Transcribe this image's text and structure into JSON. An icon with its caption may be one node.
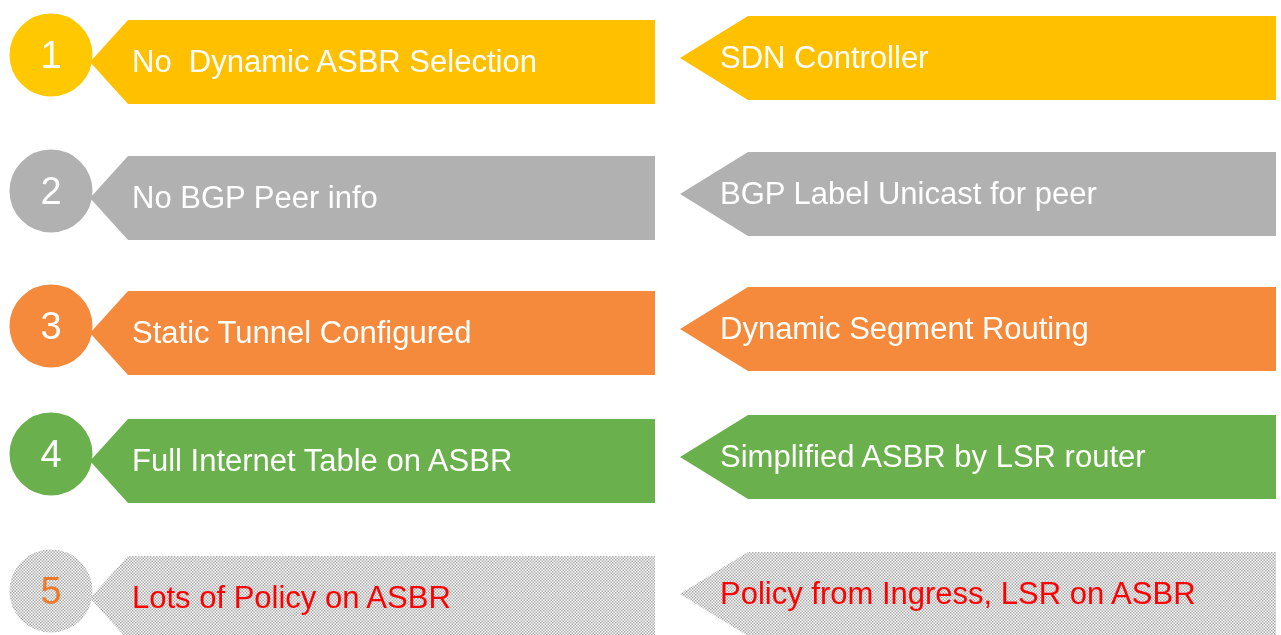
{
  "diagram": {
    "nodes": [
      {
        "text": [
          "1"
        ]
      },
      {
        "text": [
          "No  Dynamic ASBR Selection"
        ]
      },
      {
        "text": [
          "SDN Controller"
        ]
      },
      {
        "text": [
          "2"
        ]
      },
      {
        "text": [
          "No BGP Peer info"
        ]
      },
      {
        "text": [
          "BGP Label Unicast for peer"
        ]
      },
      {
        "text": [
          "3"
        ]
      },
      {
        "text": [
          "Static Tunnel Configured"
        ]
      },
      {
        "text": [
          "Dynamic Segment Routing"
        ]
      },
      {
        "text": [
          "4"
        ]
      },
      {
        "text": [
          "Full Internet Table on ASBR"
        ]
      },
      {
        "text": [
          "Simplified ASBR by LSR router"
        ]
      },
      {
        "text": [
          "5"
        ]
      },
      {
        "text": [
          "Lots of Policy on ASBR"
        ]
      },
      {
        "text": [
          "Policy from Ingress, LSR on ASBR"
        ]
      }
    ]
  }
}
